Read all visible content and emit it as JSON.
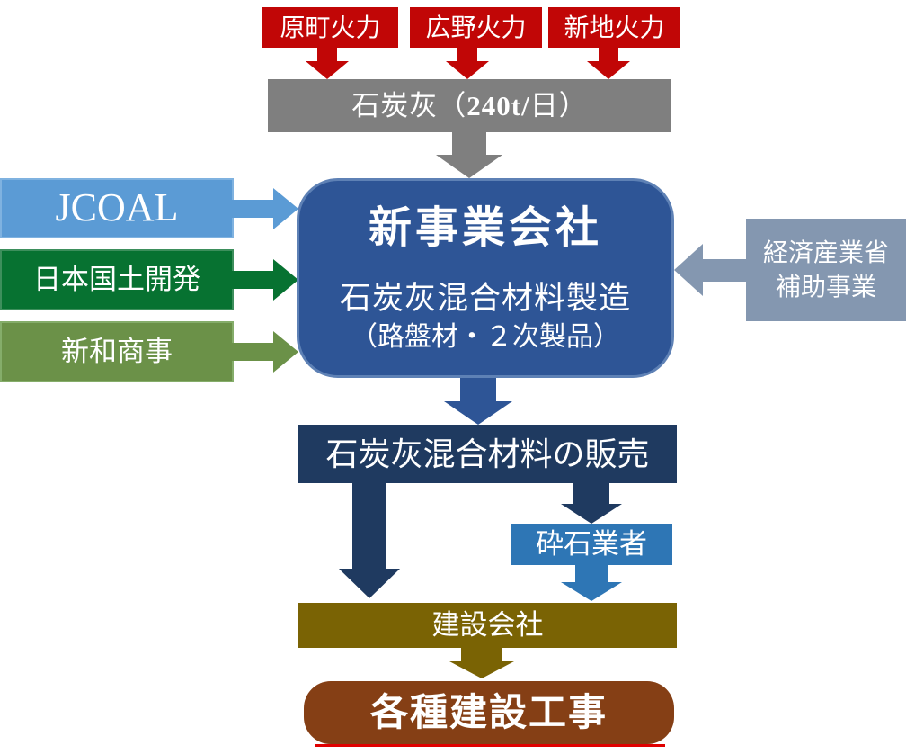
{
  "palette": {
    "source_red": "#C10606",
    "coal_ash_gray": "#7F7F7F",
    "jcoal_blue": "#5B9BD5",
    "kokudo_dark_green": "#077231",
    "shinwa_moss_green": "#6B9148",
    "new_company_blue": "#2E5596",
    "new_company_border": "#5E81B5",
    "sales_dark_navy": "#1F3A60",
    "crusher_medium_blue": "#2E76B5",
    "subsidy_blue_gray": "#8497B0",
    "construction_olive": "#7A6304",
    "works_brown": "#853F15",
    "works_underline_red": "#E00000",
    "text_white": "#FFFFFF"
  },
  "nodes": {
    "sources": [
      {
        "label": "原町火力"
      },
      {
        "label": "広野火力"
      },
      {
        "label": "新地火力"
      }
    ],
    "coal_ash": {
      "part1": "石炭灰（",
      "part2": "240t/",
      "part3": "日）"
    },
    "partners": [
      {
        "label": "JCOAL"
      },
      {
        "label": "日本国土開発"
      },
      {
        "label": "新和商事"
      }
    ],
    "new_company": {
      "title": "新事業会社",
      "line1": "石炭灰混合材料製造",
      "line2": "（路盤材・２次製品）"
    },
    "subsidy": {
      "line1": "経済産業省",
      "line2": "補助事業"
    },
    "sales": {
      "label": "石炭灰混合材料の販売"
    },
    "crusher": {
      "label": "砕石業者"
    },
    "construction_company": {
      "label": "建設会社"
    },
    "construction_works": {
      "label": "各種建設工事"
    }
  }
}
